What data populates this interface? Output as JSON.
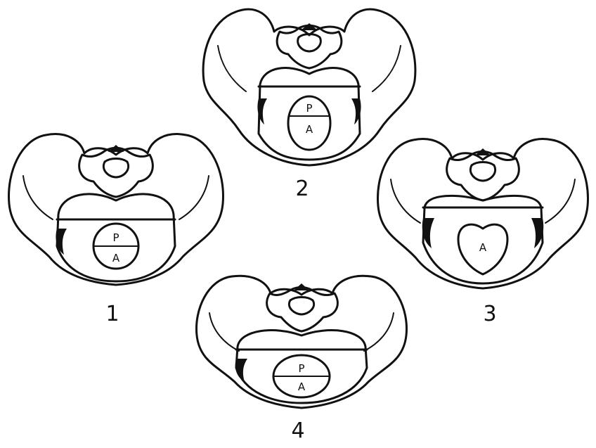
{
  "figures": [
    {
      "number": "1",
      "top_letter": "P",
      "bottom_letter": "A"
    },
    {
      "number": "2",
      "top_letter": "P",
      "bottom_letter": "A"
    },
    {
      "number": "3",
      "top_letter": "",
      "bottom_letter": "A"
    },
    {
      "number": "4",
      "top_letter": "P",
      "bottom_letter": "A"
    }
  ]
}
